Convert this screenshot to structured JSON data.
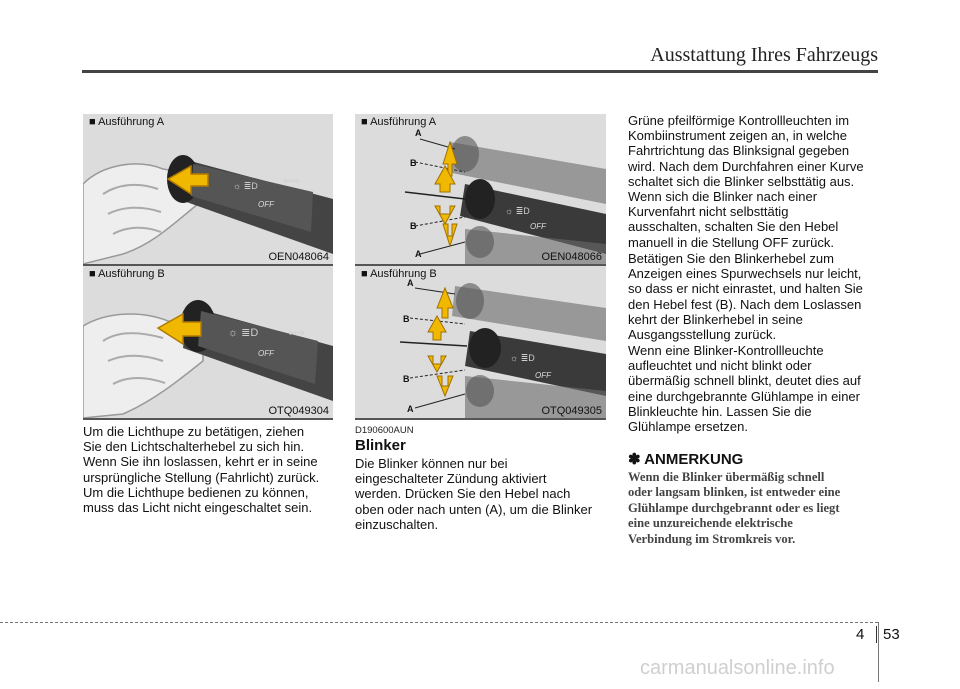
{
  "header": {
    "title": "Ausstattung Ihres Fahrzeugs"
  },
  "figures": [
    {
      "label": "■ Ausführung A",
      "code": "OEN048064"
    },
    {
      "label": "■ Ausführung B",
      "code": "OTQ049304"
    },
    {
      "label": "■ Ausführung A",
      "code": "OEN048066",
      "marks": [
        "A",
        "B",
        "B",
        "A"
      ]
    },
    {
      "label": "■ Ausführung B",
      "code": "OTQ049305",
      "marks": [
        "A",
        "B",
        "B",
        "A"
      ]
    }
  ],
  "lever_text": {
    "off": "OFF"
  },
  "col1": {
    "lines": [
      "Um die Lichthupe zu betätigen, ziehen",
      "Sie den Lichtschalterhebel zu sich hin.",
      "Wenn Sie ihn loslassen, kehrt er in seine",
      "ursprüngliche Stellung (Fahrlicht) zurück.",
      "Um die Lichthupe bedienen zu können,",
      "muss das Licht nicht eingeschaltet sein."
    ]
  },
  "col2": {
    "code": "D190600AUN",
    "title": "Blinker",
    "lines": [
      "Die Blinker können nur bei",
      "eingeschalteter Zündung aktiviert",
      "werden. Drücken Sie den Hebel nach",
      "oben oder nach unten (A), um die Blinker",
      "einzuschalten."
    ]
  },
  "col3": {
    "para1": [
      "Grüne pfeilförmige Kontrollleuchten im",
      "Kombiinstrument zeigen an, in welche",
      "Fahrtrichtung das Blinksignal gegeben",
      "wird. Nach dem Durchfahren einer Kurve",
      "schaltet sich die Blinker selbsttätig aus.",
      "Wenn sich die Blinker nach einer",
      "Kurvenfahrt nicht selbsttätig",
      "ausschalten, schalten Sie den Hebel",
      "manuell in die Stellung OFF zurück."
    ],
    "para2": [
      "Betätigen Sie den Blinkerhebel zum",
      "Anzeigen eines Spurwechsels nur leicht,",
      "so dass er nicht einrastet, und halten Sie",
      "den Hebel fest (B). Nach dem Loslassen",
      "kehrt der Blinkerhebel in seine",
      "Ausgangsstellung zurück."
    ],
    "para3": [
      "Wenn eine Blinker-Kontrollleuchte",
      "aufleuchtet und nicht blinkt oder",
      "übermäßig schnell blinkt, deutet dies auf",
      "eine durchgebrannte Glühlampe in einer",
      "Blinkleuchte hin. Lassen Sie die",
      "Glühlampe ersetzen."
    ],
    "note_title": "✽ ANMERKUNG",
    "note_lines": [
      "Wenn die Blinker übermäßig schnell",
      "oder langsam blinken, ist entweder eine",
      "Glühlampe durchgebrannt oder es liegt",
      "eine unzureichende elektrische",
      "Verbindung im Stromkreis vor."
    ]
  },
  "footer": {
    "chapter": "4",
    "page": "53",
    "watermark": "carmanualsonline.info"
  },
  "colors": {
    "figure_bg": "#dcdcdc",
    "lever": "#3a3a3a",
    "arrow": "#e8b400"
  }
}
